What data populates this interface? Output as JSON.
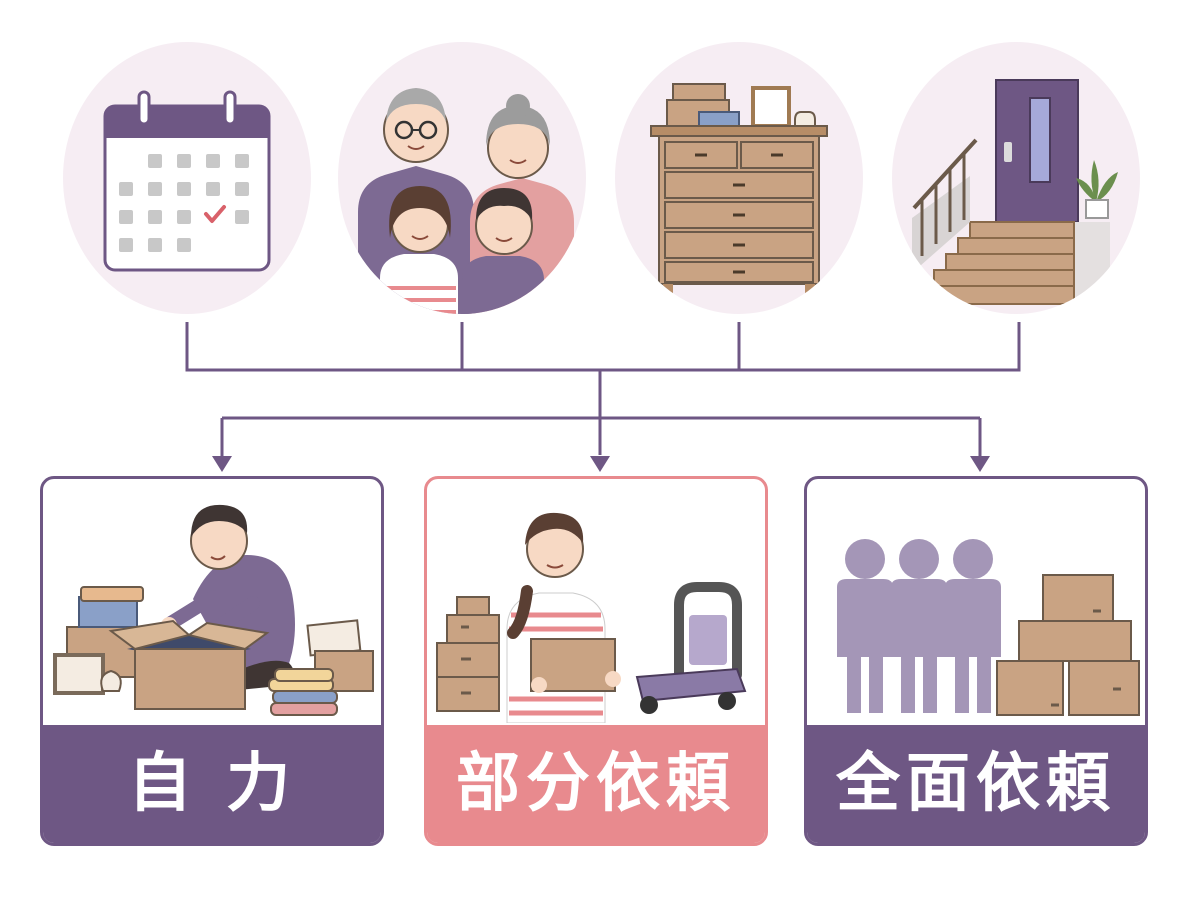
{
  "factors": [
    {
      "icon": "calendar-icon"
    },
    {
      "icon": "family-icon"
    },
    {
      "icon": "dresser-icon"
    },
    {
      "icon": "entrance-stairs-icon"
    }
  ],
  "options": [
    {
      "label": "自 力",
      "icon": "packing-person-icon"
    },
    {
      "label": "部分依頼",
      "icon": "carrying-person-with-cart-icon"
    },
    {
      "label": "全面依頼",
      "icon": "movers-team-icon"
    }
  ],
  "colors": {
    "accent_purple": "#6e5784",
    "accent_pink": "#e88a8e",
    "circle_bg": "#f6edf3",
    "box_brown": "#c9a383"
  }
}
